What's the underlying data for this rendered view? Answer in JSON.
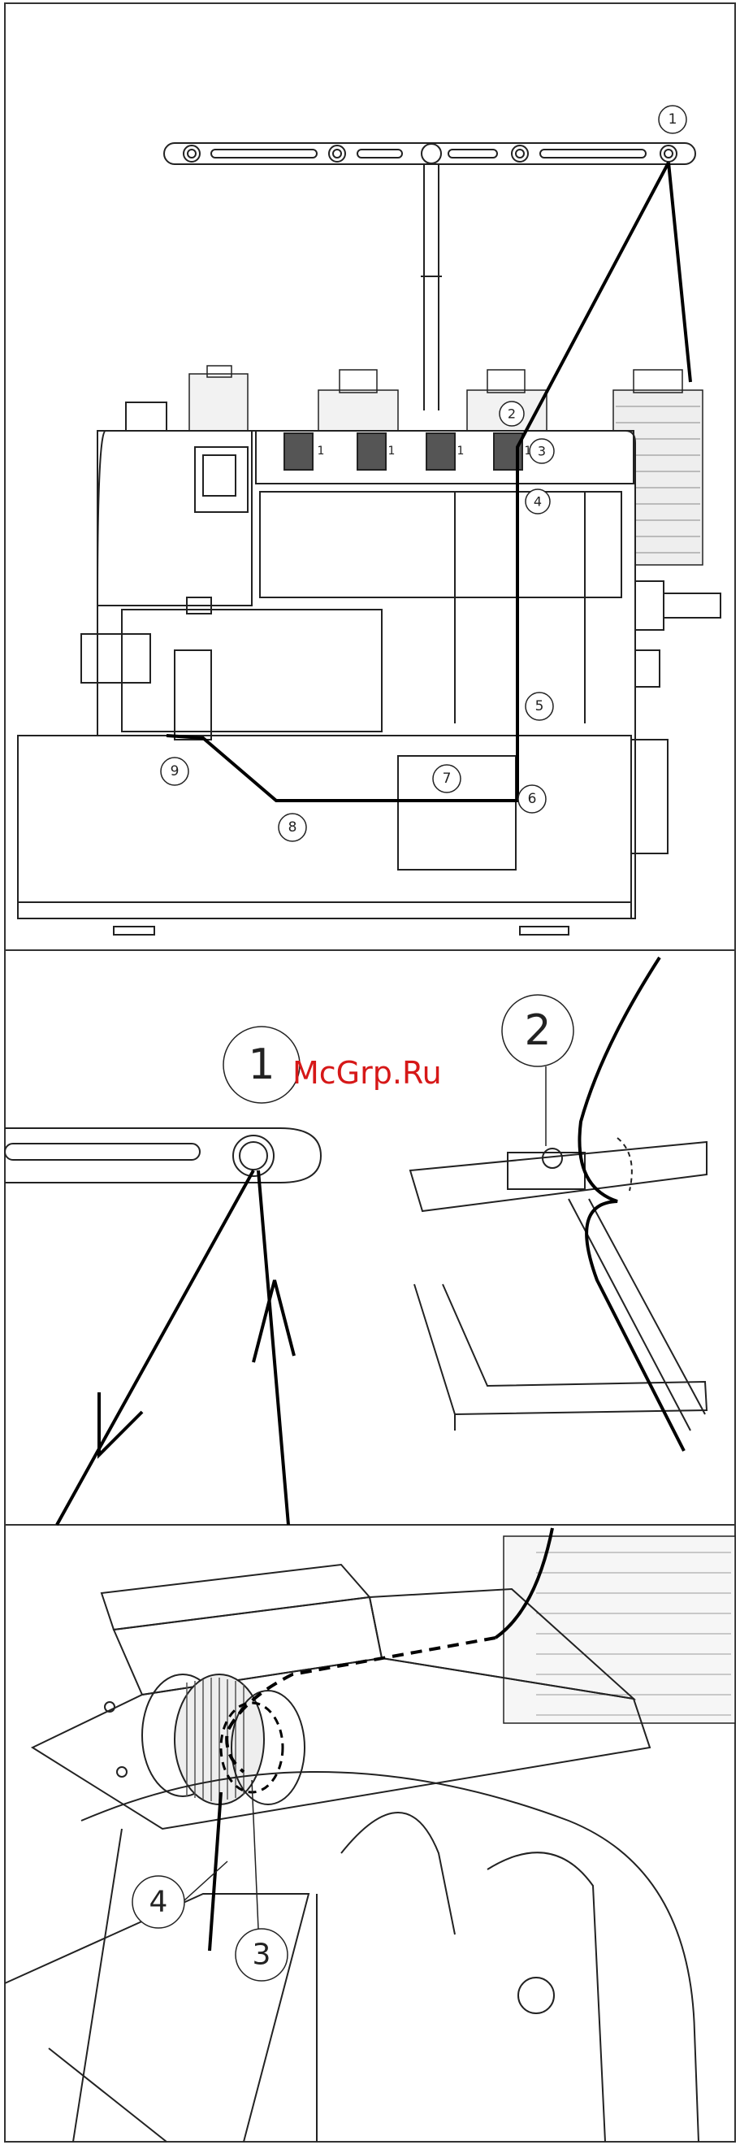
{
  "watermark": "McGrp.Ru",
  "callouts": {
    "panel1": [
      "1",
      "2",
      "3",
      "4",
      "5",
      "6",
      "7",
      "8",
      "9"
    ],
    "panel2": [
      "1",
      "2"
    ],
    "panel3": [
      "4",
      "3"
    ]
  },
  "spool_label": "1"
}
